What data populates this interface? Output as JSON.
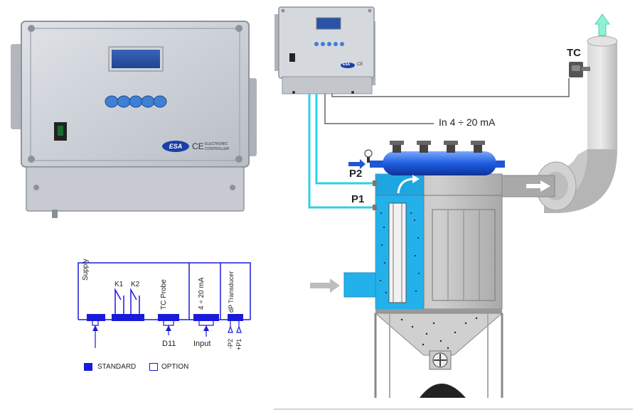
{
  "large_controller": {
    "brand": "ESA",
    "ce_mark": "CE",
    "subtitle_line1": "ELECTRONIC",
    "subtitle_line2": "CONTROLLER"
  },
  "small_controller": {
    "brand": "ESA",
    "ce_mark": "CE"
  },
  "process_diagram": {
    "tc_label": "TC",
    "input_label": "In 4 ÷ 20 mA",
    "p2_label": "P2",
    "p1_label": "P1"
  },
  "wiring_diagram": {
    "terminals": [
      {
        "label": "Supply"
      },
      {
        "label": "K1"
      },
      {
        "label": "K2"
      },
      {
        "label": "TC Probe"
      },
      {
        "label": "4 ÷ 20 mA"
      },
      {
        "label": "dP Transducer"
      }
    ],
    "bottom_labels": {
      "d11": "D11",
      "input": "Input",
      "minus_p2": "-P2",
      "plus_p1": "+P1"
    }
  },
  "legend": {
    "standard": "STANDARD",
    "option": "OPTION"
  },
  "colors": {
    "accent_blue": "#1a1adb",
    "cyan": "#2fd0e6",
    "panel_grey": "#c9cdd3",
    "lcd_blue": "#2a53a6"
  }
}
